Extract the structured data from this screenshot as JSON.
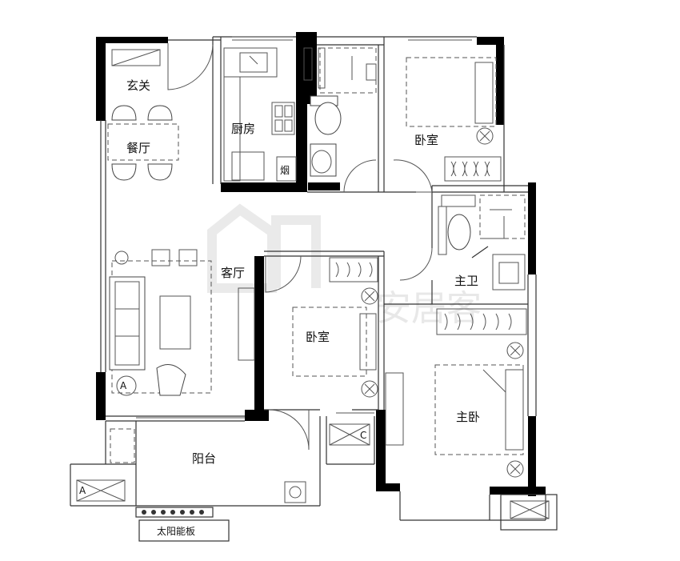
{
  "rooms": {
    "entrance": "玄关",
    "dining": "餐厅",
    "kitchen": "厨房",
    "flue": "烟",
    "bedroom_north": "卧室",
    "bedroom_middle": "卧室",
    "living": "客厅",
    "master_bath": "主卫",
    "master_bedroom": "主卧",
    "balcony": "阳台",
    "solar_panel": "太阳能板"
  },
  "ac_marks": {
    "ac_left": "A",
    "ac_right": "C"
  },
  "watermark": "安居客",
  "colors": {
    "wall": "#000000",
    "line": "#333333",
    "watermark": "#e6e6e6"
  }
}
